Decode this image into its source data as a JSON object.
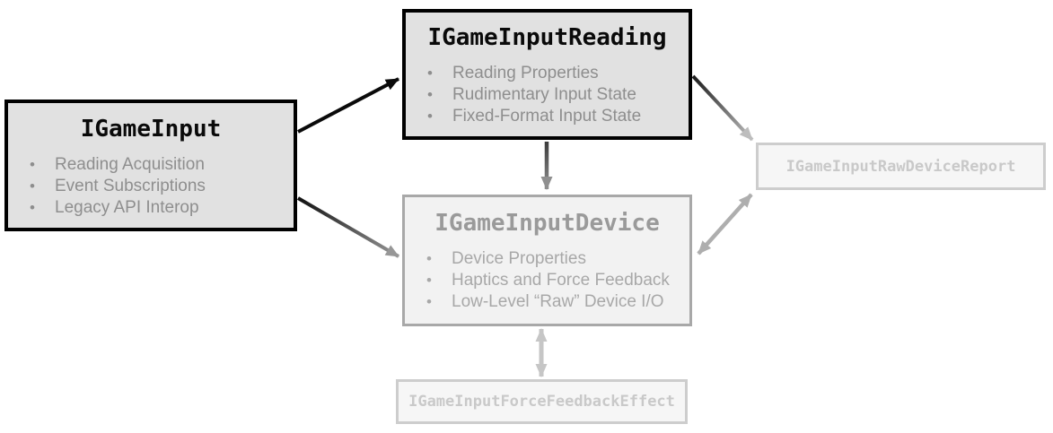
{
  "diagram": {
    "boxes": [
      {
        "id": "igameinput",
        "title": "IGameInput",
        "emphasis": "strong",
        "bullets": [
          "Reading Acquisition",
          "Event Subscriptions",
          "Legacy API Interop"
        ]
      },
      {
        "id": "igameinputreading",
        "title": "IGameInputReading",
        "emphasis": "strong",
        "bullets": [
          "Reading Properties",
          "Rudimentary Input State",
          "Fixed-Format Input State"
        ]
      },
      {
        "id": "igameinputdevice",
        "title": "IGameInputDevice",
        "emphasis": "mid",
        "bullets": [
          "Device Properties",
          "Haptics and Force Feedback",
          "Low-Level “Raw” Device I/O"
        ]
      },
      {
        "id": "igameinputrawdevicereport",
        "title": "IGameInputRawDeviceReport",
        "emphasis": "faint",
        "bullets": []
      },
      {
        "id": "igameinputforcefeedbackeffect",
        "title": "IGameInputForceFeedbackEffect",
        "emphasis": "faint",
        "bullets": []
      }
    ],
    "edges": [
      {
        "from": "IGameInput",
        "to": "IGameInputReading",
        "direction": "one-way",
        "style": "solid-black"
      },
      {
        "from": "IGameInput",
        "to": "IGameInputDevice",
        "direction": "one-way",
        "style": "fade-black-to-gray"
      },
      {
        "from": "IGameInputReading",
        "to": "IGameInputDevice",
        "direction": "one-way",
        "style": "fade-black-to-gray"
      },
      {
        "from": "IGameInputReading",
        "to": "IGameInputRawDeviceReport",
        "direction": "one-way",
        "style": "fade-black-to-light-gray"
      },
      {
        "from": "IGameInputDevice",
        "to": "IGameInputRawDeviceReport",
        "direction": "two-way",
        "style": "gray"
      },
      {
        "from": "IGameInputDevice",
        "to": "IGameInputForceFeedbackEffect",
        "direction": "two-way",
        "style": "light-gray"
      }
    ],
    "colors": {
      "strong_box_bg": "#e1e1e1",
      "strong_box_border": "#000000",
      "strong_bullet_text": "#8e8e8e",
      "mid_box_bg": "#f2f2f2",
      "mid_box_border": "#a8a8a8",
      "mid_title_text": "#9a9a9a",
      "faint_box_bg": "#f6f6f6",
      "faint_box_border": "#cdcdcd",
      "faint_title_text": "#c9c9c9"
    }
  }
}
